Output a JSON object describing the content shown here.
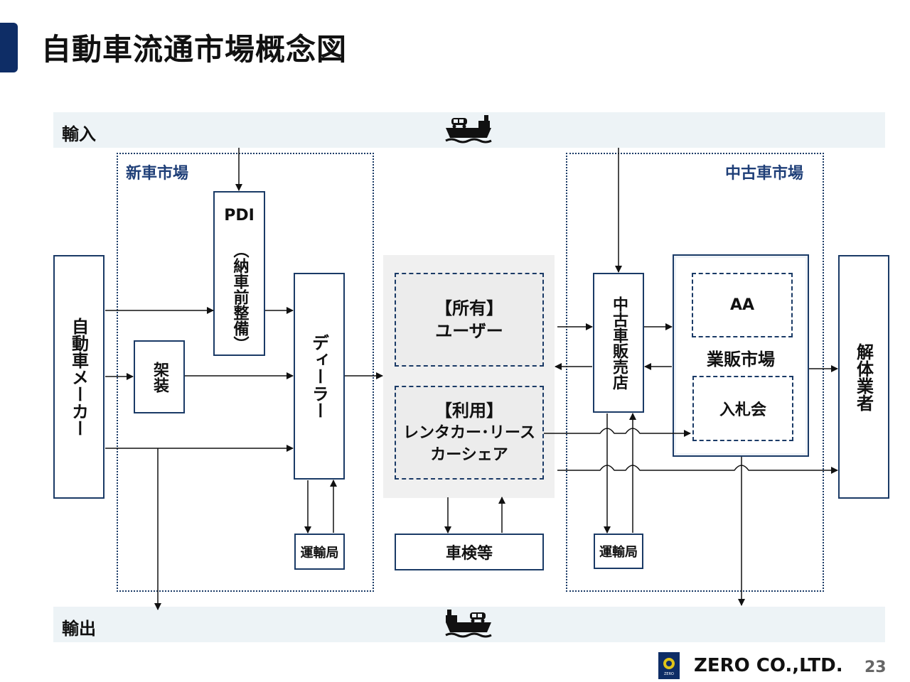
{
  "page": {
    "title": "自動車流通市場概念図",
    "page_number": "23"
  },
  "bands": {
    "import_label": "輸入",
    "export_label": "輸出"
  },
  "markets": {
    "new_car": "新車市場",
    "used_car": "中古車市場"
  },
  "boxes": {
    "maker": "自動車メーカー",
    "pdi_title": "PDI",
    "pdi_sub": "（納車前整備）",
    "bodywork": "架装",
    "dealer": "ディーラー",
    "transport_office_new": "運輸局",
    "owner_user_line1": "【所有】",
    "owner_user_line2": "ユーザー",
    "usage_line1": "【利用】",
    "usage_line2": "レンタカー･リース",
    "usage_line3": "カーシェア",
    "inspection": "車検等",
    "used_dealer": "中古車販売店",
    "transport_office_used": "運輸局",
    "aa": "AA",
    "wholesale_market": "業販市場",
    "auction": "入札会",
    "dismantler": "解体業者"
  },
  "footer": {
    "company": "ZERO CO.,LTD.",
    "logo_text": "ZERO"
  },
  "colors": {
    "navy": "#0e2d66",
    "band": "#edf3f6",
    "label_blue": "#1f3f78"
  },
  "icons": {
    "import": "cargo-ship-icon",
    "export": "cargo-ship-icon",
    "logo": "zero-logo-icon"
  }
}
